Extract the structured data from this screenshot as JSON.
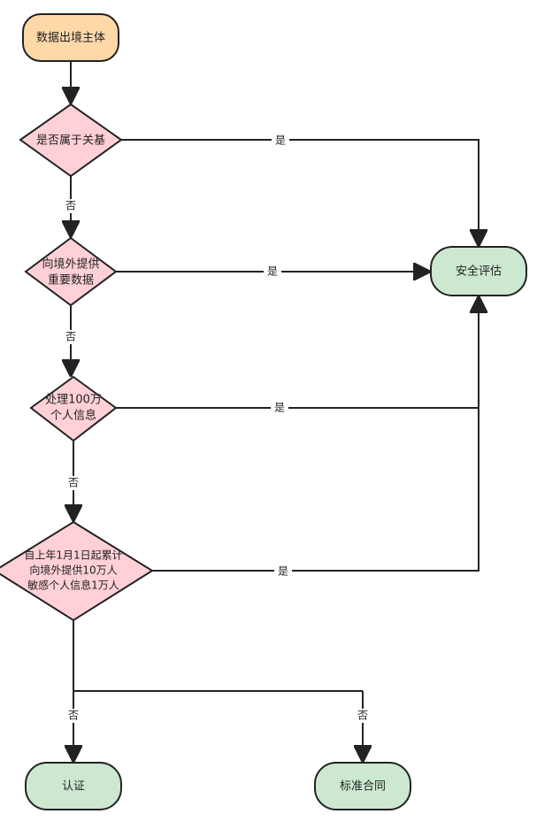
{
  "nodes": {
    "start": {
      "label": "数据出境主体",
      "color": "#ffd8a8"
    },
    "q1": {
      "label": "是否属于关基",
      "color": "#ffd0d6"
    },
    "q2": {
      "lines": [
        "向境外提供",
        "重要数据"
      ],
      "color": "#ffd0d6"
    },
    "q3": {
      "lines": [
        "处理100万",
        "个人信息"
      ],
      "color": "#ffd0d6"
    },
    "q4": {
      "lines": [
        "自上年1月1日起累计",
        "向境外提供10万人",
        "敏感个人信息1万人"
      ],
      "color": "#ffd0d6"
    },
    "assess": {
      "label": "安全评估",
      "color": "#cce8d0"
    },
    "certify": {
      "label": "认证",
      "color": "#cce8d0"
    },
    "contract": {
      "label": "标准合同",
      "color": "#cce8d0"
    }
  },
  "edge_labels": {
    "yes": "是",
    "no": "否"
  },
  "style": {
    "stroke": "#222222"
  }
}
